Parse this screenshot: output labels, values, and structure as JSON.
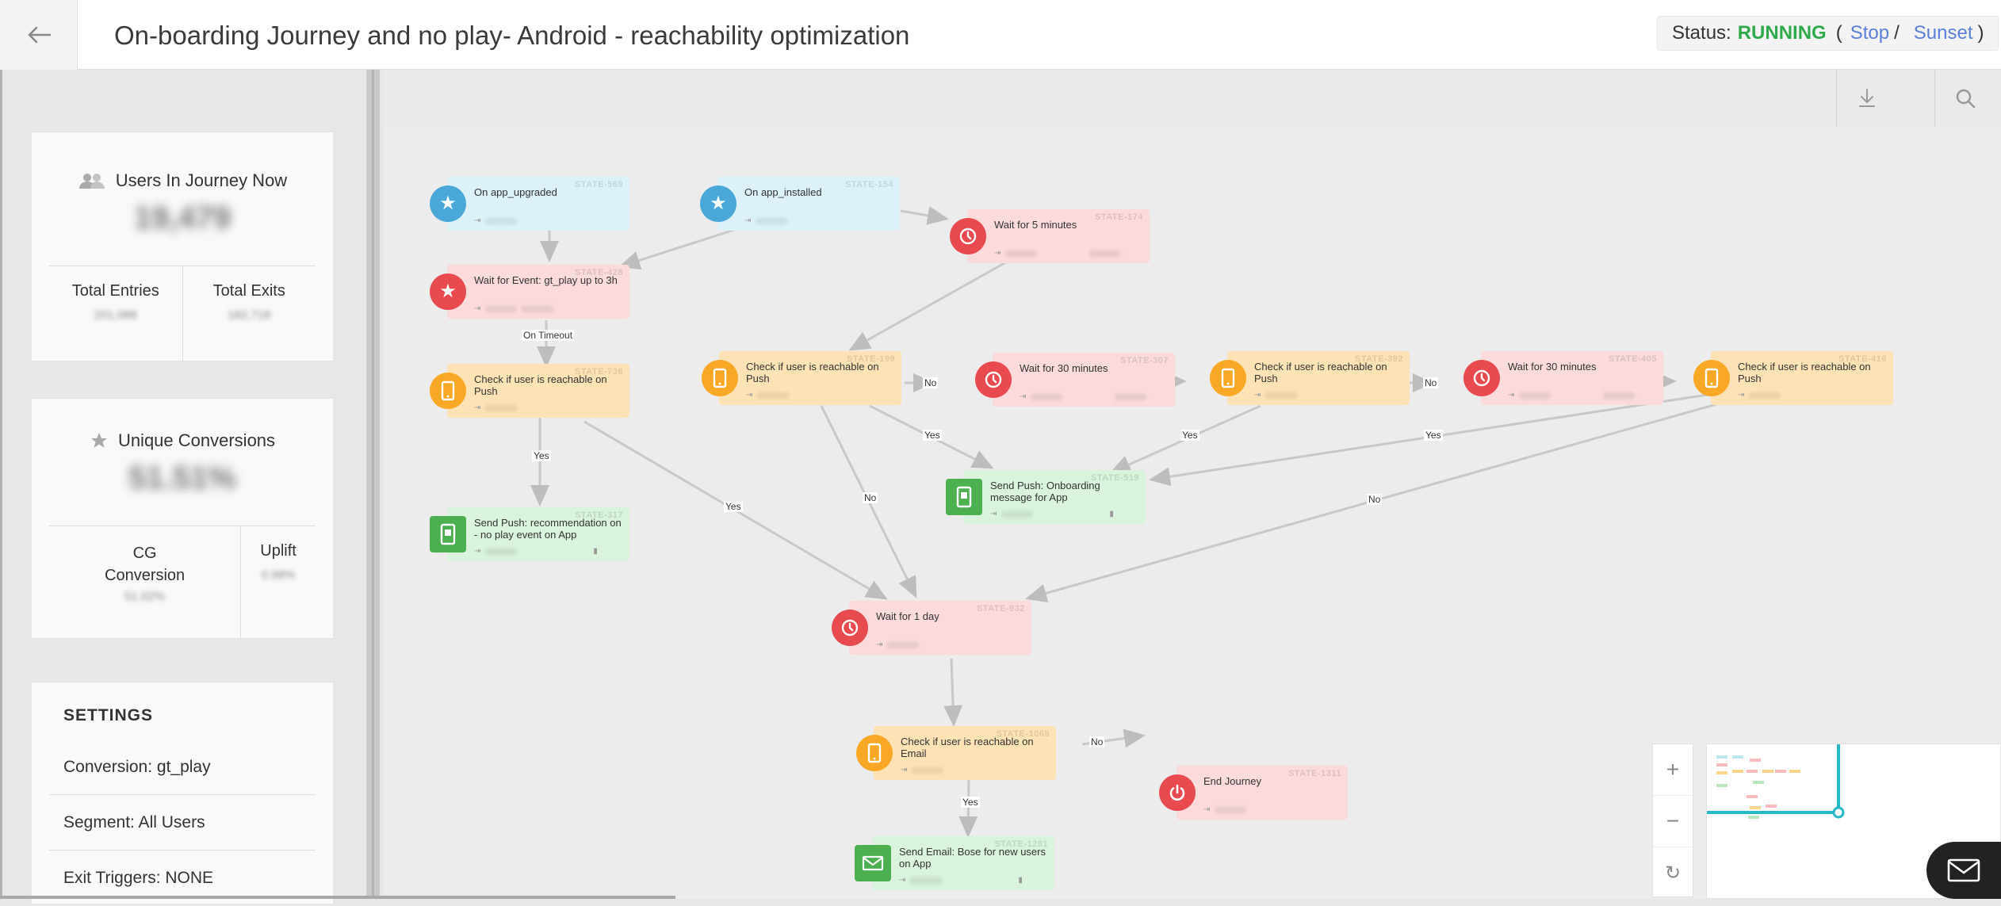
{
  "header": {
    "title": "On-boarding Journey and no play- Android - reachability optimization",
    "status_label": "Status:",
    "status_value": "RUNNING",
    "paren_open": "(",
    "stop_label": "Stop",
    "slash": "/",
    "sunset_label": "Sunset",
    "paren_close": ")"
  },
  "sidebar": {
    "users_card": {
      "title": "Users In Journey Now",
      "count": "19,479",
      "total_entries_label": "Total Entries",
      "total_entries_value": "201,088",
      "total_exits_label": "Total Exits",
      "total_exits_value": "182,718"
    },
    "conversions_card": {
      "title": "Unique Conversions",
      "value": "51.51%",
      "cg_label": "CG Conversion",
      "cg_value": "51.02%",
      "uplift_label": "Uplift",
      "uplift_value": "0.98%"
    },
    "settings": {
      "title": "SETTINGS",
      "conversion": "Conversion: gt_play",
      "segment": "Segment: All Users",
      "exit_triggers": "Exit Triggers: NONE"
    }
  },
  "nodes": {
    "n569": {
      "id": "STATE-569",
      "label": "On app_upgraded",
      "icon": "star-icon"
    },
    "n154": {
      "id": "STATE-154",
      "label": "On app_installed",
      "icon": "star-icon"
    },
    "n174": {
      "id": "STATE-174",
      "label": "Wait for 5 minutes",
      "icon": "clock-icon"
    },
    "n428": {
      "id": "STATE-428",
      "label": "Wait for Event: gt_play up to 3h",
      "icon": "star-icon"
    },
    "n736": {
      "id": "STATE-736",
      "label": "Check if user is  reachable on Push",
      "icon": "phone-icon"
    },
    "n317": {
      "id": "STATE-317",
      "label": "Send Push: recommendation on - no play event on App",
      "icon": "push-icon"
    },
    "n199": {
      "id": "STATE-199",
      "label": "Check if user is  reachable on Push",
      "icon": "phone-icon"
    },
    "n307": {
      "id": "STATE-307",
      "label": "Wait for 30 minutes",
      "icon": "clock-icon"
    },
    "n392": {
      "id": "STATE-392",
      "label": "Check if user is  reachable on Push",
      "icon": "phone-icon"
    },
    "n405": {
      "id": "STATE-405",
      "label": "Wait for 30 minutes",
      "icon": "clock-icon"
    },
    "n416": {
      "id": "STATE-416",
      "label": "Check if user is  reachable on Push",
      "icon": "phone-icon"
    },
    "n519": {
      "id": "STATE-519",
      "label": "Send Push: Onboarding message for App",
      "icon": "push-icon"
    },
    "n932": {
      "id": "STATE-932",
      "label": "Wait for 1 day",
      "icon": "clock-icon"
    },
    "n1066": {
      "id": "STATE-1066",
      "label": "Check if user is  reachable on Email",
      "icon": "phone-icon"
    },
    "n1311": {
      "id": "STATE-1311",
      "label": "End Journey",
      "icon": "power-icon"
    },
    "n1281": {
      "id": "STATE-1281",
      "label": "Send Email: Bose for new users on App",
      "icon": "email-icon"
    }
  },
  "edge_labels": {
    "on_timeout": "On Timeout",
    "yes_317": "Yes",
    "yes_932_a": "Yes",
    "no_199": "No",
    "yes_199": "Yes",
    "no_932": "No",
    "no_392": "No",
    "yes_392": "Yes",
    "yes_416": "Yes",
    "no_416": "No",
    "no_1066": "No",
    "yes_1066": "Yes"
  },
  "zoom": {
    "plus": "+",
    "minus": "−",
    "reset": "↻"
  }
}
